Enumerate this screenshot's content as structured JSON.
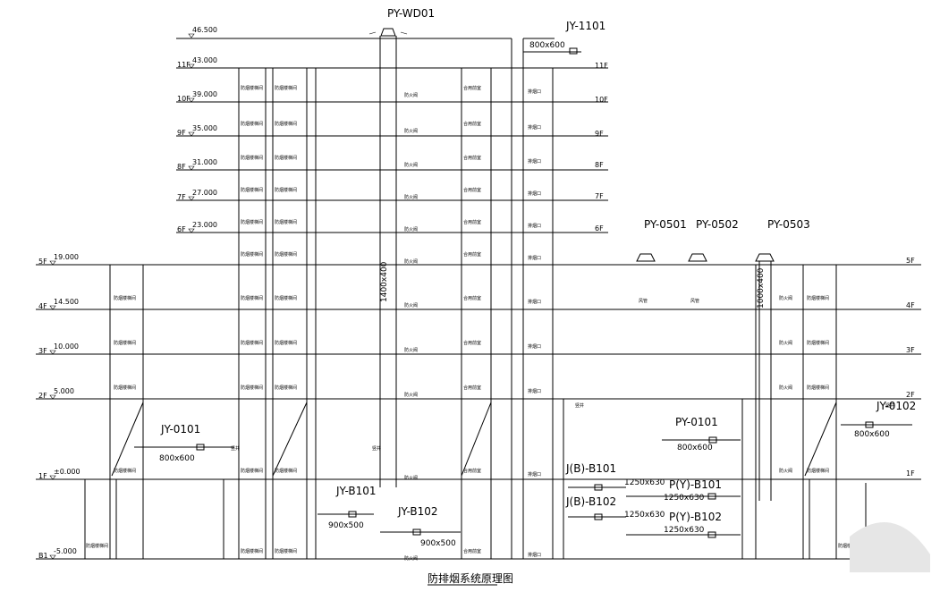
{
  "title": "防排烟系统原理图",
  "levels": [
    {
      "floor": "",
      "elev": "46.500"
    },
    {
      "floor": "11F",
      "elev": "43.000"
    },
    {
      "floor": "10F",
      "elev": "39.000"
    },
    {
      "floor": "9F",
      "elev": "35.000"
    },
    {
      "floor": "8F",
      "elev": "31.000"
    },
    {
      "floor": "7F",
      "elev": "27.000"
    },
    {
      "floor": "6F",
      "elev": "23.000"
    },
    {
      "floor": "5F",
      "elev": "19.000"
    },
    {
      "floor": "4F",
      "elev": "14.500"
    },
    {
      "floor": "3F",
      "elev": "10.000"
    },
    {
      "floor": "2F",
      "elev": "5.000"
    },
    {
      "floor": "1F",
      "elev": "±0.000"
    },
    {
      "floor": "B1",
      "elev": "-5.000"
    }
  ],
  "right_floor_labels": [
    "11F",
    "10F",
    "9F",
    "8F",
    "7F",
    "6F",
    "5F",
    "4F",
    "3F",
    "2F",
    "1F"
  ],
  "equipment": {
    "py_wd01": "PY-WD01",
    "jy_1101": "JY-1101",
    "py_0501": "PY-0501",
    "py_0502": "PY-0502",
    "py_0503": "PY-0503",
    "jy_0101": "JY-0101",
    "py_0101": "PY-0101",
    "jy_0102": "JY-0102",
    "jy_b101": "JY-B101",
    "jy_b102": "JY-B102",
    "jb_b101": "J(B)-B101",
    "jb_b102": "J(B)-B102",
    "py_b101": "P(Y)-B101",
    "py_b102": "P(Y)-B102"
  },
  "duct_sizes": {
    "s800x600": "800x600",
    "s900x500": "900x500",
    "s1250x630": "1250x630",
    "s1400x400": "1400x400",
    "s1000x400": "1000x400"
  },
  "small_labels": {
    "smoke_room": "防烟楼梯间",
    "front_room": "合用前室",
    "fire_valve": "防火阀",
    "vent": "排烟口",
    "shaft": "竖井",
    "duct": "风管"
  }
}
